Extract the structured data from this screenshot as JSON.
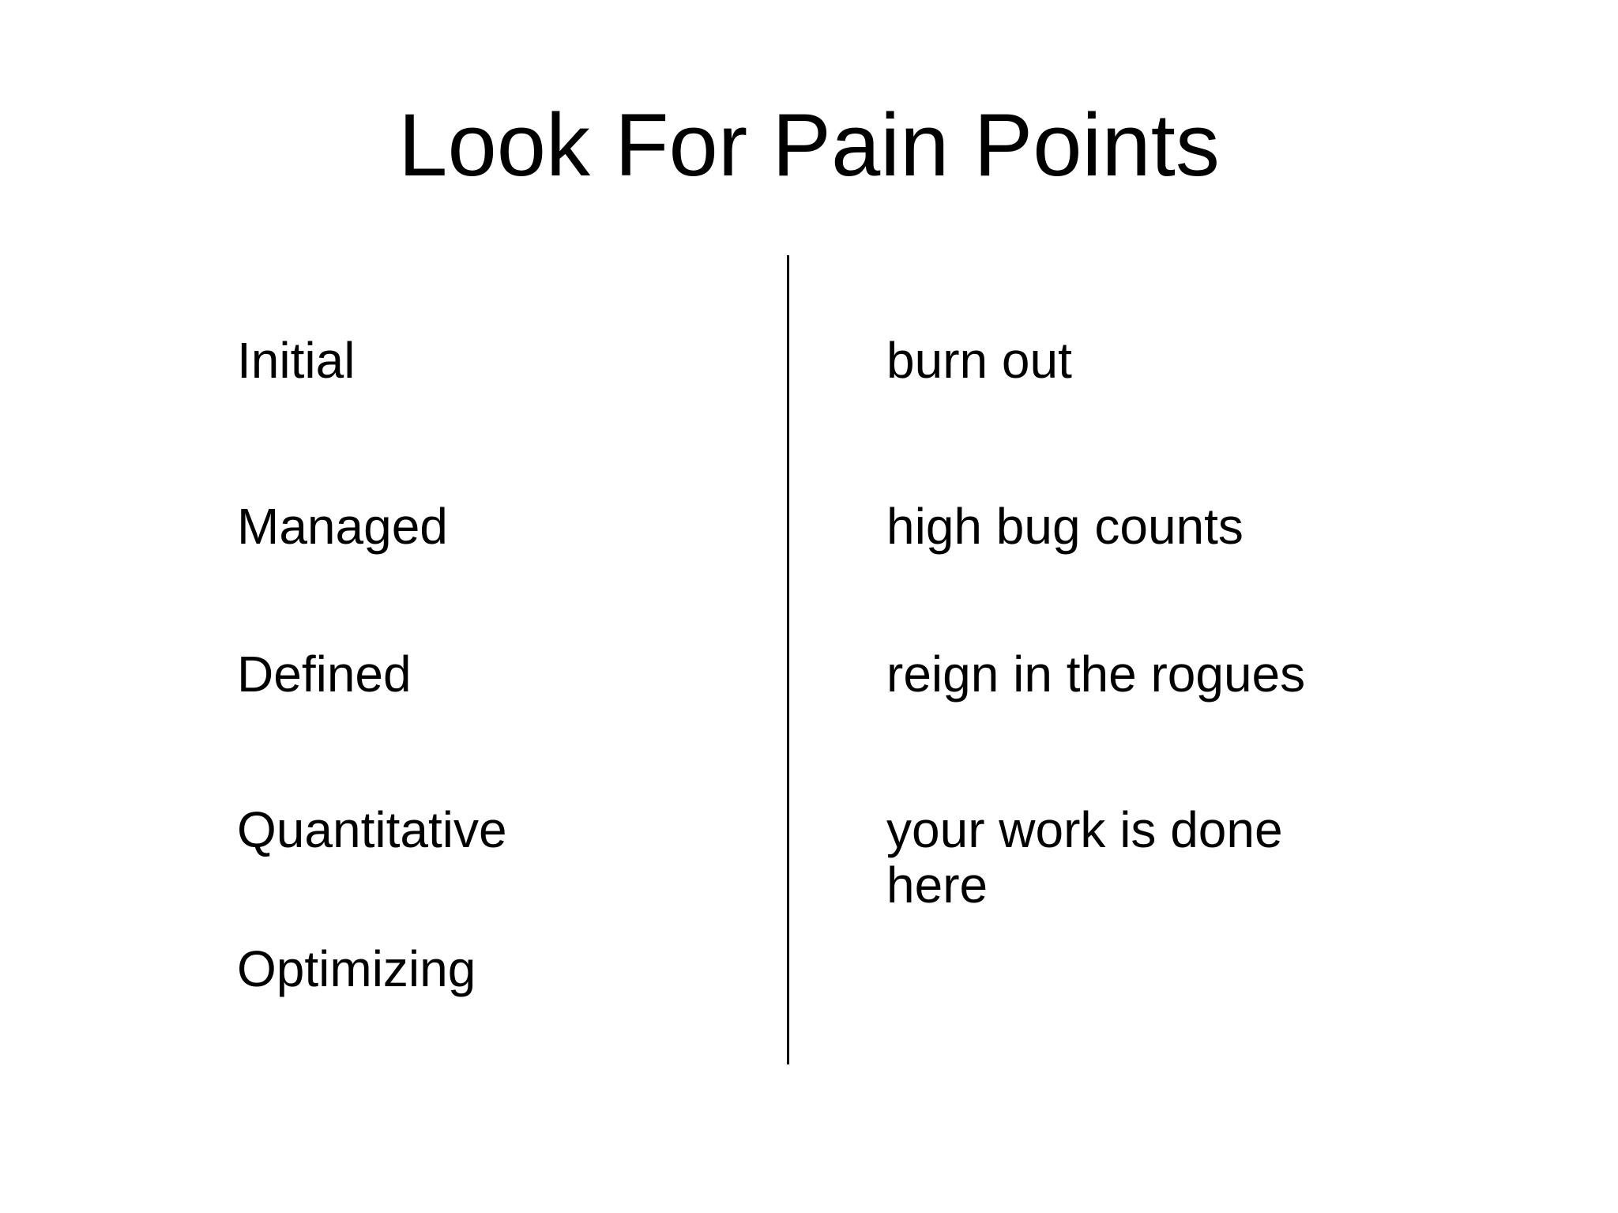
{
  "slide": {
    "title": "Look For Pain Points",
    "colors": {
      "background": "#ffffff",
      "text": "#000000",
      "divider": "#000000"
    },
    "rows": [
      {
        "level": "Initial",
        "pain": "burn out"
      },
      {
        "level": "Managed",
        "pain": "high bug counts"
      },
      {
        "level": "Defined",
        "pain": "reign in the rogues"
      },
      {
        "level": "Quantitative",
        "pain": "your work is done here"
      },
      {
        "level": "Optimizing",
        "pain": ""
      }
    ]
  }
}
